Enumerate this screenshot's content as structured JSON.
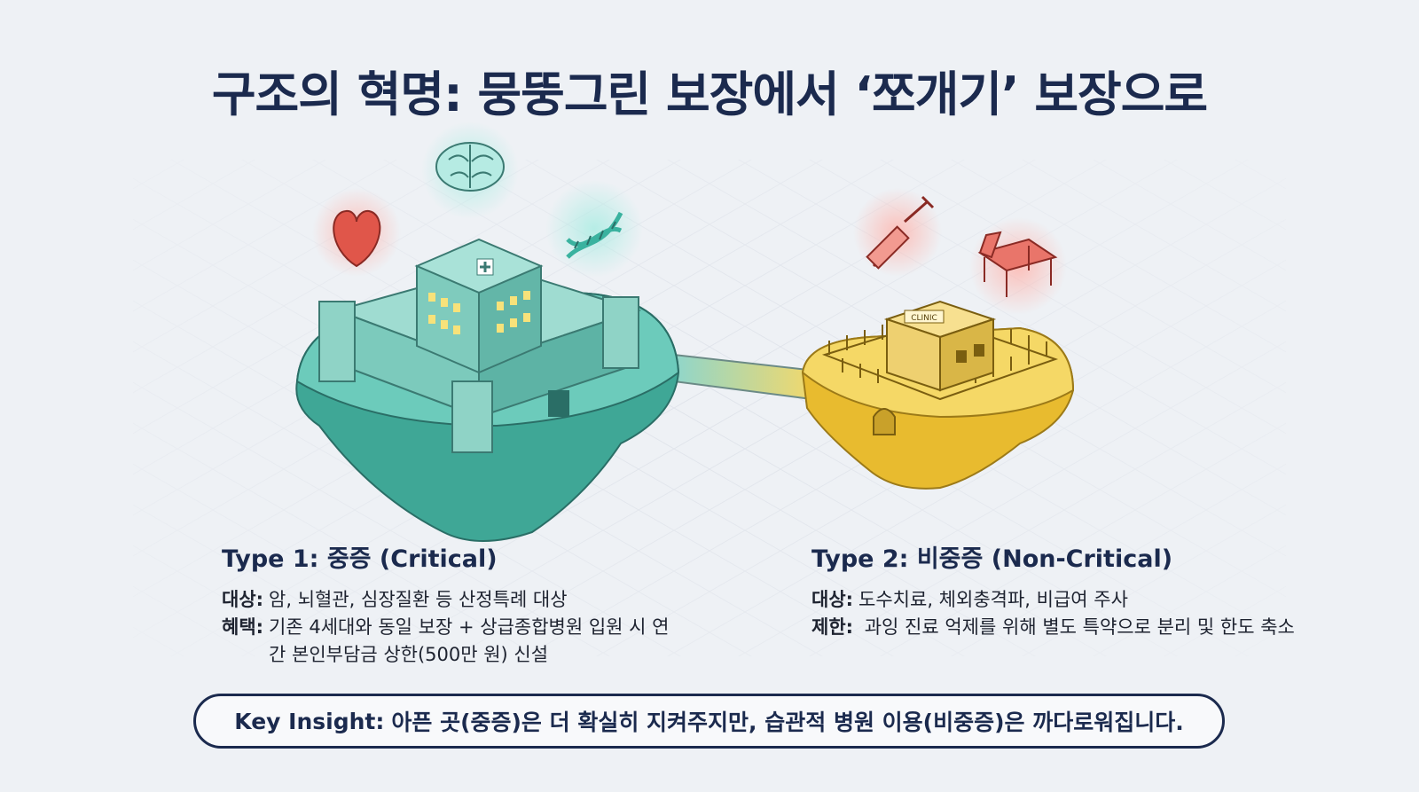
{
  "title": "구조의 혁명: 뭉뚱그린 보장에서 ‘쪼개기’ 보장으로",
  "colors": {
    "navy": "#1b2a4e",
    "teal": "#4fb8a8",
    "teal_dark": "#2f8f84",
    "gold": "#f0c948",
    "gold_dark": "#c9a12a",
    "accent_red": "#e86a5e"
  },
  "illustration": {
    "left_island_icons": [
      "heart-icon",
      "brain-icon",
      "dna-icon",
      "hospital-castle-icon"
    ],
    "right_island_icons": [
      "syringe-icon",
      "treatment-bed-icon",
      "clinic-icon"
    ],
    "clinic_sign": "CLINIC"
  },
  "type1": {
    "title": "Type 1: 중증 (Critical)",
    "target_label": "대상:",
    "target_value": "암, 뇌혈관, 심장질환 등 산정특례 대상",
    "benefit_label": "혜택:",
    "benefit_value": "기존 4세대와 동일 보장 + 상급종합병원 입원 시 연간 본인부담금 상한(500만 원) 신설"
  },
  "type2": {
    "title": "Type 2: 비중증 (Non-Critical)",
    "target_label": "대상:",
    "target_value": "도수치료, 체외충격파, 비급여 주사",
    "limit_label": "제한:",
    "limit_value": "과잉 진료 억제를 위해 별도 특약으로 분리 및 한도 축소"
  },
  "insight": {
    "prefix": "Key Insight:",
    "text": "아픈 곳(중증)은 더 확실히 지켜주지만, 습관적 병원 이용(비중증)은 까다로워집니다."
  }
}
